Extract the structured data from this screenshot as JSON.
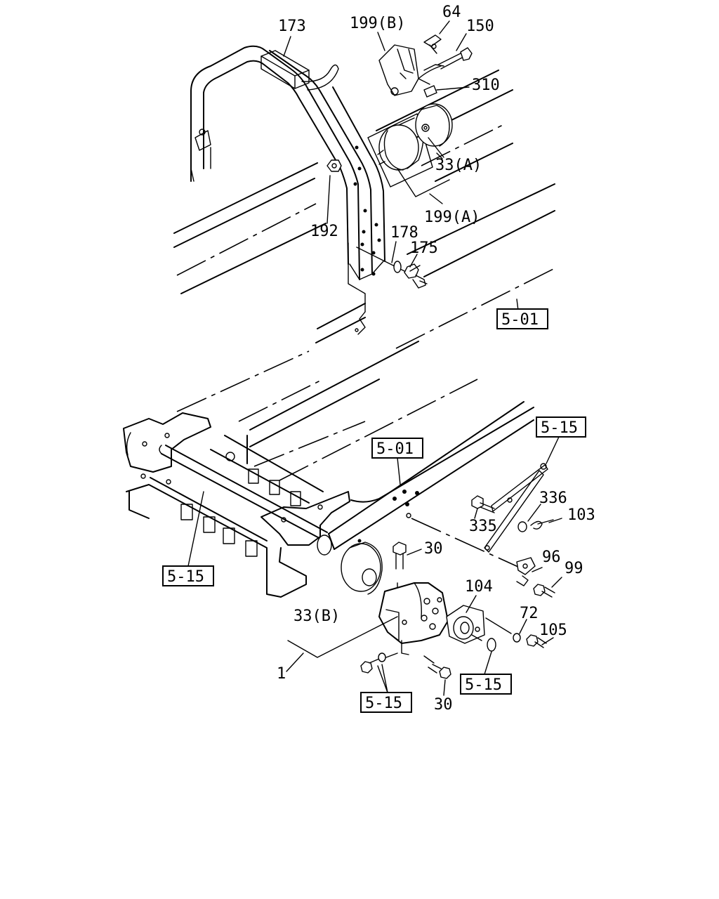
{
  "labels": {
    "l173": "173",
    "l199b": "199(B)",
    "l64": "64",
    "l150": "150",
    "l310": "310",
    "l33a": "33(A)",
    "l199a": "199(A)",
    "l192": "192",
    "l178": "178",
    "l175": "175",
    "l501_top": "5-01",
    "l515_right": "5-15",
    "l501_mid": "5-01",
    "l336": "336",
    "l103": "103",
    "l335": "335",
    "l30_top": "30",
    "l96": "96",
    "l99": "99",
    "l515_left": "5-15",
    "l104": "104",
    "l33b": "33(B)",
    "l72": "72",
    "l105": "105",
    "l1": "1",
    "l515_bottom_right": "5-15",
    "l515_bottom": "5-15",
    "l30_bottom": "30"
  }
}
